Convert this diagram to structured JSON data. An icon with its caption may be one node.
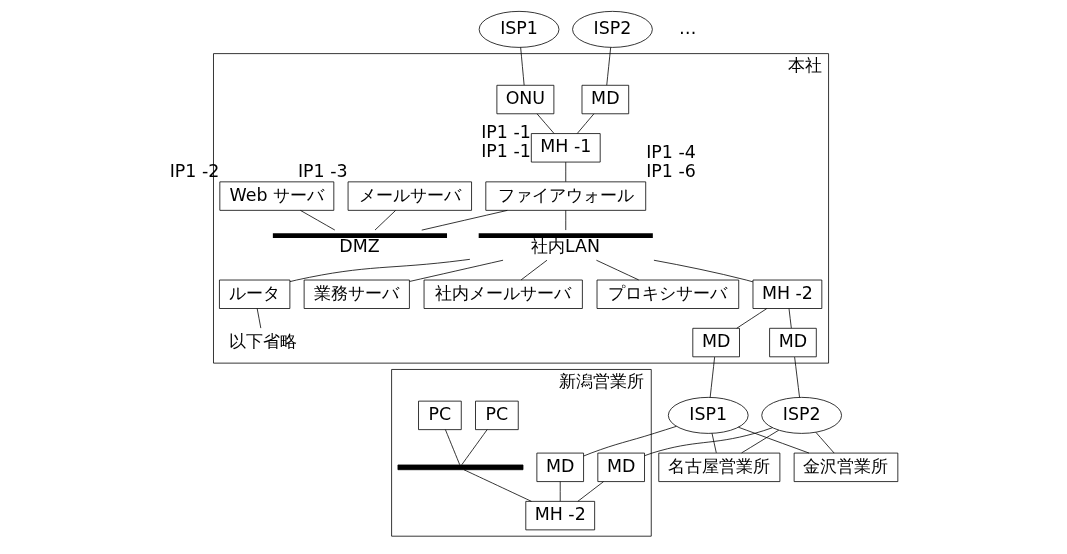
{
  "diagram": {
    "nodes": [
      {
        "text": [
          "ISP1"
        ]
      },
      {
        "text": [
          "ISP2"
        ]
      },
      {
        "text": [
          "本社"
        ]
      },
      {
        "text": [
          "ONU"
        ],
        "in": 2
      },
      {
        "text": [
          "MD"
        ],
        "in": 2
      },
      {
        "text": [
          "MH -1"
        ],
        "in": 2,
        "beside": [
          "IP1 -1",
          "IP1 -1"
        ]
      },
      {
        "text": [
          "Web サーバ"
        ],
        "in": 2,
        "beside": [
          "IP1 -2"
        ]
      },
      {
        "text": [
          "メールサーバ"
        ],
        "in": 2,
        "beside": [
          "IP1 -3"
        ]
      },
      {
        "text": [
          "ファイアウォール"
        ],
        "in": 2,
        "beside": [
          "IP1 -4",
          "IP1 -6"
        ]
      },
      {
        "text": [
          "DMZ"
        ],
        "in": 2
      },
      {
        "text": [
          "社内LAN"
        ],
        "in": 2
      },
      {
        "text": [
          "ルータ"
        ],
        "in": 2
      },
      {
        "text": [
          "業務サーバ"
        ],
        "in": 2
      },
      {
        "text": [
          "社内メールサーバ"
        ],
        "in": 2
      },
      {
        "text": [
          "プロキシサーバ"
        ],
        "in": 2
      },
      {
        "text": [
          "MH -2"
        ],
        "in": 2
      },
      {
        "text": [
          "MD"
        ],
        "in": 2
      },
      {
        "text": [
          "MD"
        ],
        "in": 2
      },
      {
        "text": [
          "以下省略"
        ],
        "in": 2
      },
      {
        "text": [
          "新潟営業所"
        ]
      },
      {
        "text": [
          "PC"
        ],
        "in": 19
      },
      {
        "text": [
          "PC"
        ],
        "in": 19
      },
      {
        "text": [],
        "shape": "bar",
        "in": 19
      },
      {
        "text": [
          "MD"
        ],
        "in": 19
      },
      {
        "text": [
          "MH -2"
        ],
        "in": 19
      },
      {
        "text": [
          "MD"
        ],
        "in": 19
      },
      {
        "text": [
          "ISP1"
        ]
      },
      {
        "text": [
          "ISP2"
        ]
      },
      {
        "text": [
          "金沢営業所"
        ]
      },
      {
        "text": [
          "名古屋営業所"
        ]
      }
    ],
    "edges": [
      {
        "from": 0,
        "to": 3,
        "arrow": "none"
      },
      {
        "from": 1,
        "to": 4,
        "arrow": "none"
      },
      {
        "from": 3,
        "to": 5,
        "arrow": "none"
      },
      {
        "from": 4,
        "to": 5,
        "arrow": "none"
      },
      {
        "from": 5,
        "to": 8,
        "arrow": "none"
      },
      {
        "from": 8,
        "to": 9,
        "arrow": "none"
      },
      {
        "from": 6,
        "to": 9,
        "arrow": "none"
      },
      {
        "from": 7,
        "to": 9,
        "arrow": "none"
      },
      {
        "from": 8,
        "to": 10,
        "arrow": "none"
      },
      {
        "from": 10,
        "to": 11,
        "arrow": "none"
      },
      {
        "from": 10,
        "to": 12,
        "arrow": "none"
      },
      {
        "from": 10,
        "to": 13,
        "arrow": "none"
      },
      {
        "from": 10,
        "to": 14,
        "arrow": "none"
      },
      {
        "from": 10,
        "to": 15,
        "arrow": "none"
      },
      {
        "from": 11,
        "to": 18,
        "arrow": "none"
      },
      {
        "from": 15,
        "to": 16,
        "arrow": "none"
      },
      {
        "from": 15,
        "to": 17,
        "arrow": "none"
      },
      {
        "from": 16,
        "to": 26,
        "arrow": "none"
      },
      {
        "from": 17,
        "to": 27,
        "arrow": "none"
      },
      {
        "from": 20,
        "to": 22,
        "arrow": "none"
      },
      {
        "from": 21,
        "to": 22,
        "arrow": "none"
      },
      {
        "from": 22,
        "to": 24,
        "arrow": "none"
      },
      {
        "from": 23,
        "to": 24,
        "arrow": "none"
      },
      {
        "from": 25,
        "to": 24,
        "arrow": "none"
      },
      {
        "from": 26,
        "to": 23,
        "arrow": "none"
      },
      {
        "from": 27,
        "to": 25,
        "arrow": "none"
      },
      {
        "from": 26,
        "to": 28,
        "arrow": "none"
      },
      {
        "from": 26,
        "to": 29,
        "arrow": "none"
      },
      {
        "from": 27,
        "to": 28,
        "arrow": "none"
      },
      {
        "from": 27,
        "to": 29,
        "arrow": "none"
      }
    ],
    "labels": [
      "…"
    ]
  }
}
